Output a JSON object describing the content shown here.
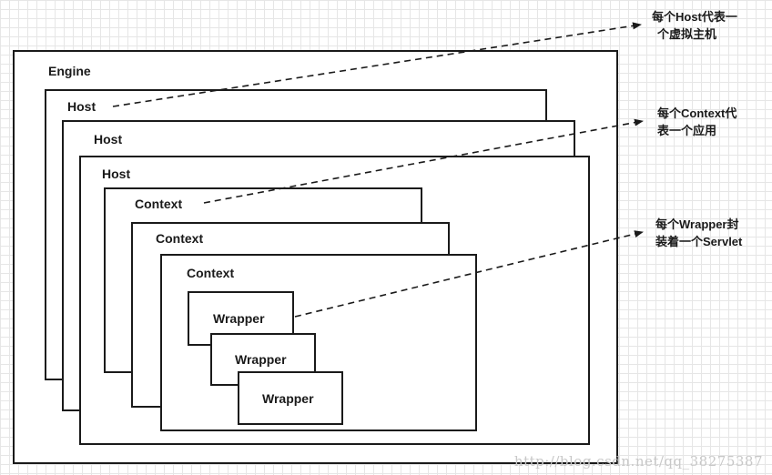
{
  "engine": {
    "label": "Engine"
  },
  "hosts": [
    {
      "label": "Host"
    },
    {
      "label": "Host"
    },
    {
      "label": "Host"
    }
  ],
  "contexts": [
    {
      "label": "Context"
    },
    {
      "label": "Context"
    },
    {
      "label": "Context"
    }
  ],
  "wrappers": [
    {
      "label": "Wrapper"
    },
    {
      "label": "Wrapper"
    },
    {
      "label": "Wrapper"
    }
  ],
  "notes": {
    "host": {
      "line1": "每个Host代表一",
      "line2": "个虚拟主机"
    },
    "context": {
      "line1": "每个Context代",
      "line2": "表一个应用"
    },
    "wrapper": {
      "line1": "每个Wrapper封",
      "line2": "装着一个Servlet"
    }
  },
  "watermark": "http://blog.csdn.net/qq_38275387"
}
